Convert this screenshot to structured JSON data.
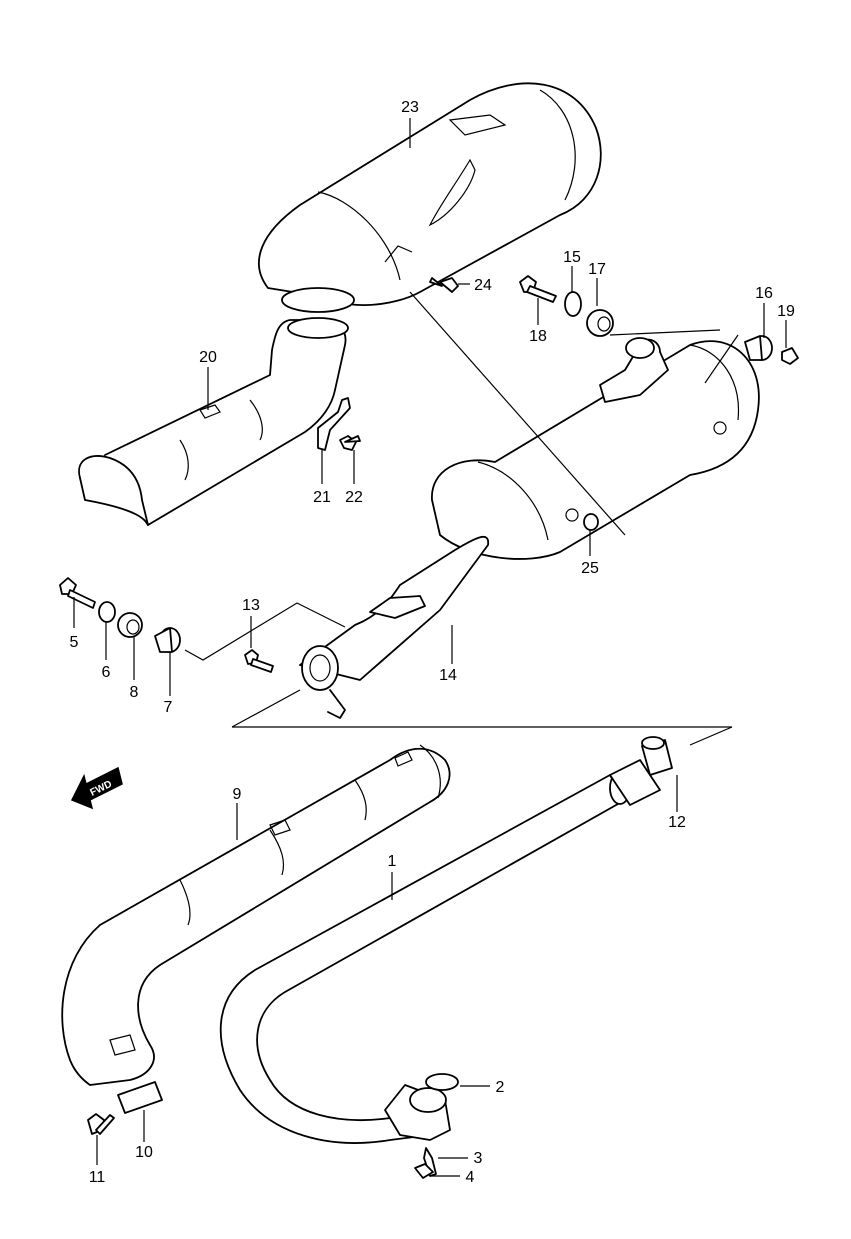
{
  "callouts": [
    {
      "id": "c1",
      "label": "1"
    },
    {
      "id": "c2",
      "label": "2"
    },
    {
      "id": "c3",
      "label": "3"
    },
    {
      "id": "c4",
      "label": "4"
    },
    {
      "id": "c5",
      "label": "5"
    },
    {
      "id": "c6",
      "label": "6"
    },
    {
      "id": "c7",
      "label": "7"
    },
    {
      "id": "c8",
      "label": "8"
    },
    {
      "id": "c9",
      "label": "9"
    },
    {
      "id": "c10",
      "label": "10"
    },
    {
      "id": "c11",
      "label": "11"
    },
    {
      "id": "c12",
      "label": "12"
    },
    {
      "id": "c13",
      "label": "13"
    },
    {
      "id": "c14",
      "label": "14"
    },
    {
      "id": "c15",
      "label": "15"
    },
    {
      "id": "c16",
      "label": "16"
    },
    {
      "id": "c17",
      "label": "17"
    },
    {
      "id": "c18",
      "label": "18"
    },
    {
      "id": "c19",
      "label": "19"
    },
    {
      "id": "c20",
      "label": "20"
    },
    {
      "id": "c21",
      "label": "21"
    },
    {
      "id": "c22",
      "label": "22"
    },
    {
      "id": "c23",
      "label": "23"
    },
    {
      "id": "c24",
      "label": "24"
    },
    {
      "id": "c25",
      "label": "25"
    }
  ],
  "fwd_arrow": {
    "label": "FWD",
    "icon": "fwd-arrow-icon"
  },
  "colors": {
    "line": "#000000",
    "background": "#ffffff"
  }
}
